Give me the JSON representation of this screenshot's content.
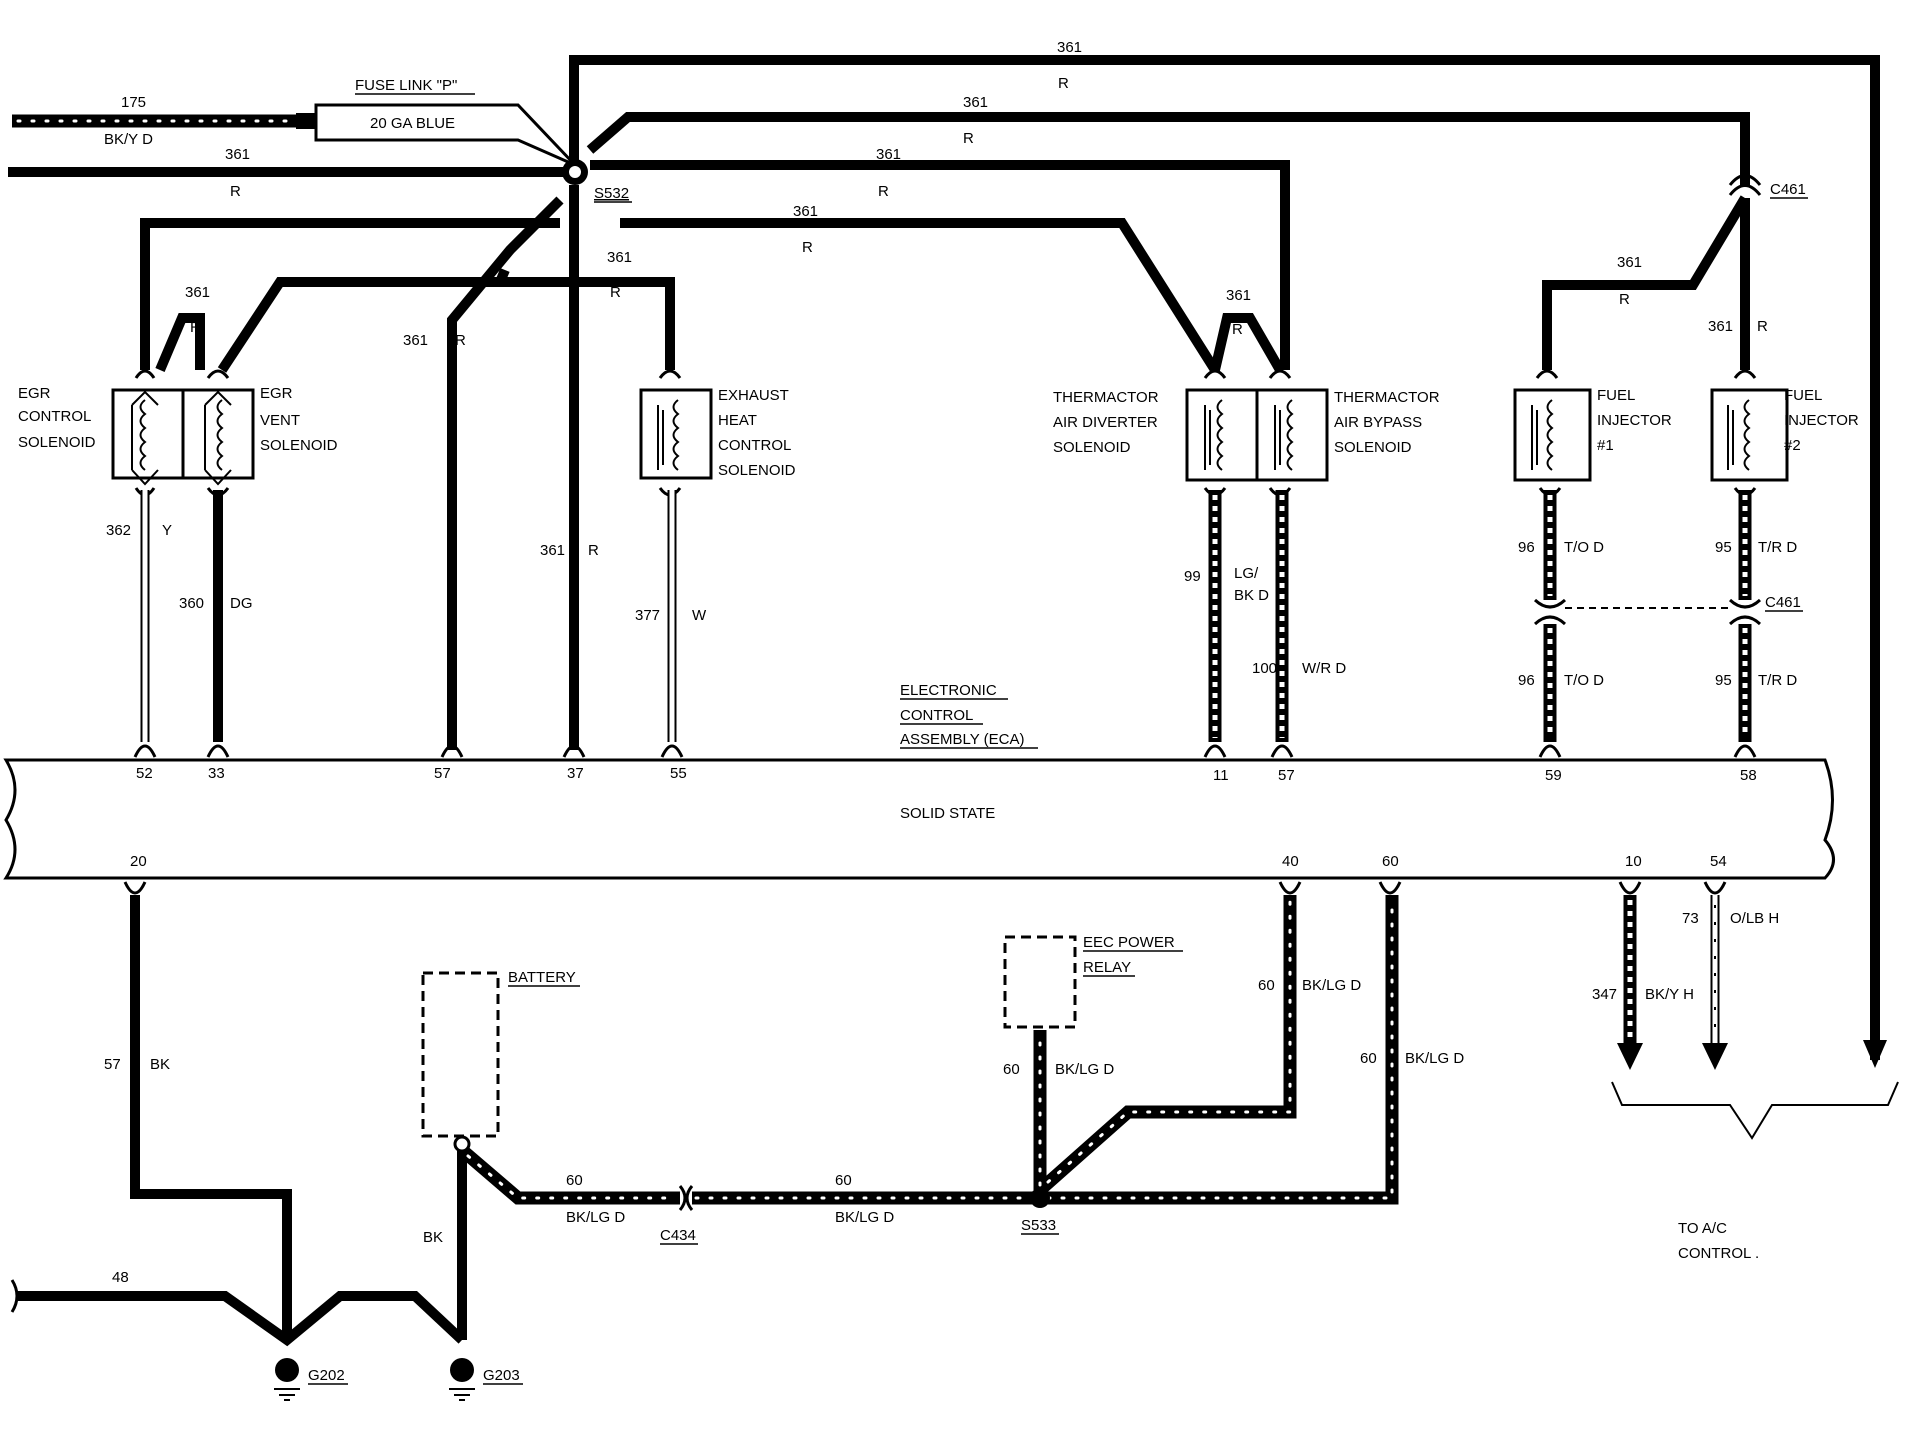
{
  "fuse_link": {
    "title": "FUSE LINK \"P\"",
    "gauge": "20 GA BLUE"
  },
  "splices": {
    "s532": "S532",
    "s533": "S533"
  },
  "connectors": {
    "c461_top": "C461",
    "c461_mid": "C461",
    "c434": "C434"
  },
  "grounds": {
    "g202": "G202",
    "g203": "G203"
  },
  "eca": {
    "title_1": "ELECTRONIC",
    "title_2": "CONTROL",
    "title_3": "ASSEMBLY (ECA)",
    "body": "SOLID STATE"
  },
  "pins_top": [
    "52",
    "33",
    "57",
    "37",
    "55",
    "11",
    "57",
    "59",
    "58"
  ],
  "pins_bottom": [
    "20",
    "40",
    "60",
    "10",
    "54"
  ],
  "components": {
    "egr_control": [
      "EGR",
      "CONTROL",
      "SOLENOID"
    ],
    "egr_vent": [
      "EGR",
      "VENT",
      "SOLENOID"
    ],
    "exhaust_heat": [
      "EXHAUST",
      "HEAT",
      "CONTROL",
      "SOLENOID"
    ],
    "thermactor_diverter": [
      "THERMACTOR",
      "AIR DIVERTER",
      "SOLENOID"
    ],
    "thermactor_bypass": [
      "THERMACTOR",
      "AIR BYPASS",
      "SOLENOID"
    ],
    "fuel_injector_1": [
      "FUEL",
      "INJECTOR",
      "#1"
    ],
    "fuel_injector_2": [
      "FUEL",
      "INJECTOR",
      "#2"
    ],
    "battery": "BATTERY",
    "eec_relay": [
      "EEC POWER",
      "RELAY"
    ]
  },
  "wire_labels": {
    "w175": "175",
    "bkyd": "BK/Y D",
    "w361": "361",
    "r": "R",
    "w362": "362",
    "y": "Y",
    "w360": "360",
    "dg": "DG",
    "w377": "377",
    "w": "W",
    "w99": "99",
    "lg": "LG/",
    "bkd": "BK D",
    "w100": "100",
    "wrd": "W/R D",
    "w96": "96",
    "tod": "T/O D",
    "w95": "95",
    "trd": "T/R D",
    "w57": "57",
    "bk": "BK",
    "w48": "48",
    "w60": "60",
    "bklgd": "BK/LG D",
    "w73": "73",
    "olbh": "O/LB H",
    "w347": "347",
    "bkyh": "BK/Y H"
  },
  "to_ac": [
    "TO A/C",
    "CONTROL ."
  ]
}
